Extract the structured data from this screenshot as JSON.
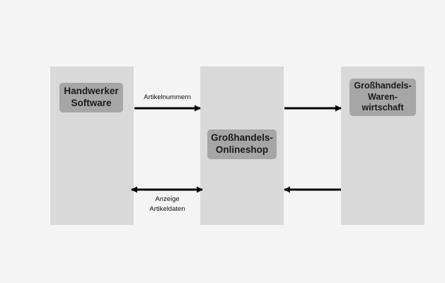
{
  "nodes": {
    "handwerker": "Handwerker\nSoftware",
    "onlineshop": "Großhandels-\nOnlineshop",
    "warenwirtschaft": "Großhandels-\nWaren-\nwirtschaft"
  },
  "edges": {
    "artikelnummern": "Artikelnummern",
    "anzeige": "Anzeige\nArtikeldaten"
  },
  "colors": {
    "background": "#f4f4f5",
    "column": "#d9d9d9",
    "label_bg": "#a6a6a6",
    "arrow": "#000000"
  }
}
